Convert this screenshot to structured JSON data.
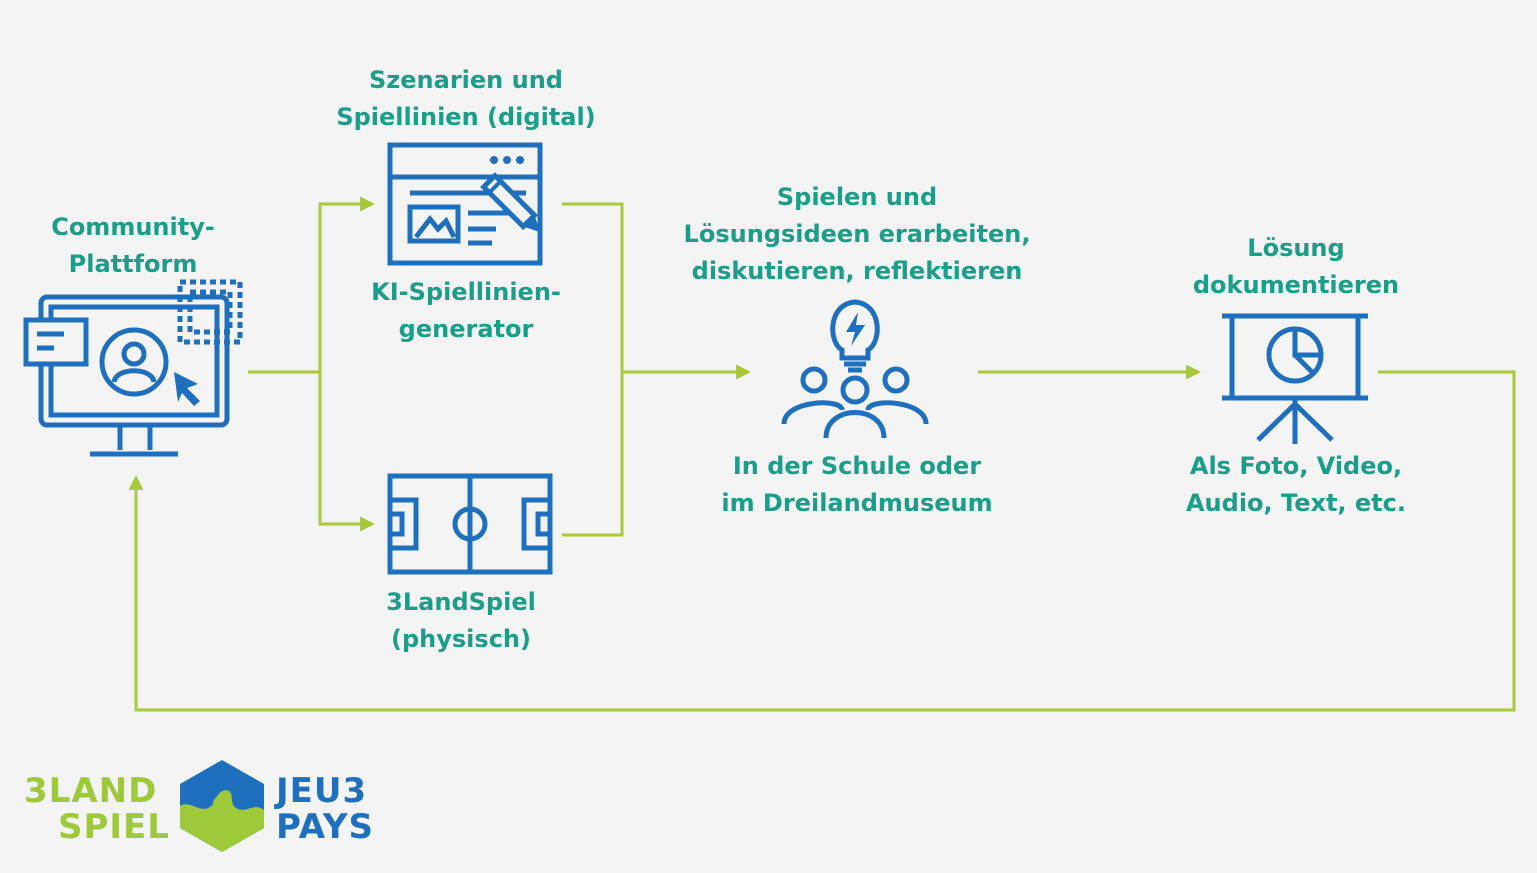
{
  "colors": {
    "background": "#f4f4f4",
    "label": "#1a9e8a",
    "icon": "#1f6fbf",
    "arrow": "#a9c93a",
    "logo_green": "#9ec93a",
    "logo_blue": "#1f6fbf"
  },
  "nodes": {
    "community": {
      "label_lines": [
        "Community-",
        "Plattform"
      ],
      "icon": "computer-monitor-user-icon"
    },
    "digital": {
      "title_lines": [
        "Szenarien und",
        "Spiellinien (digital)"
      ],
      "caption_lines": [
        "KI-Spiellinien-",
        "generator"
      ],
      "icon": "browser-editor-icon"
    },
    "physical": {
      "caption_lines": [
        "3LandSpiel",
        "(physisch)"
      ],
      "icon": "football-field-icon"
    },
    "play": {
      "title_lines": [
        "Spielen und",
        "Lösungsideen erarbeiten,",
        "diskutieren, reflektieren"
      ],
      "caption_lines": [
        "In der Schule oder",
        "im Dreilandmuseum"
      ],
      "icon": "team-idea-icon"
    },
    "document": {
      "title_lines": [
        "Lösung",
        "dokumentieren"
      ],
      "caption_lines": [
        "Als Foto, Video,",
        "Audio, Text, etc."
      ],
      "icon": "presentation-board-icon"
    }
  },
  "logo": {
    "left_top": "3LAND",
    "left_bottom": "SPIEL",
    "right_top": "JEU3",
    "right_bottom": "PAYS"
  }
}
